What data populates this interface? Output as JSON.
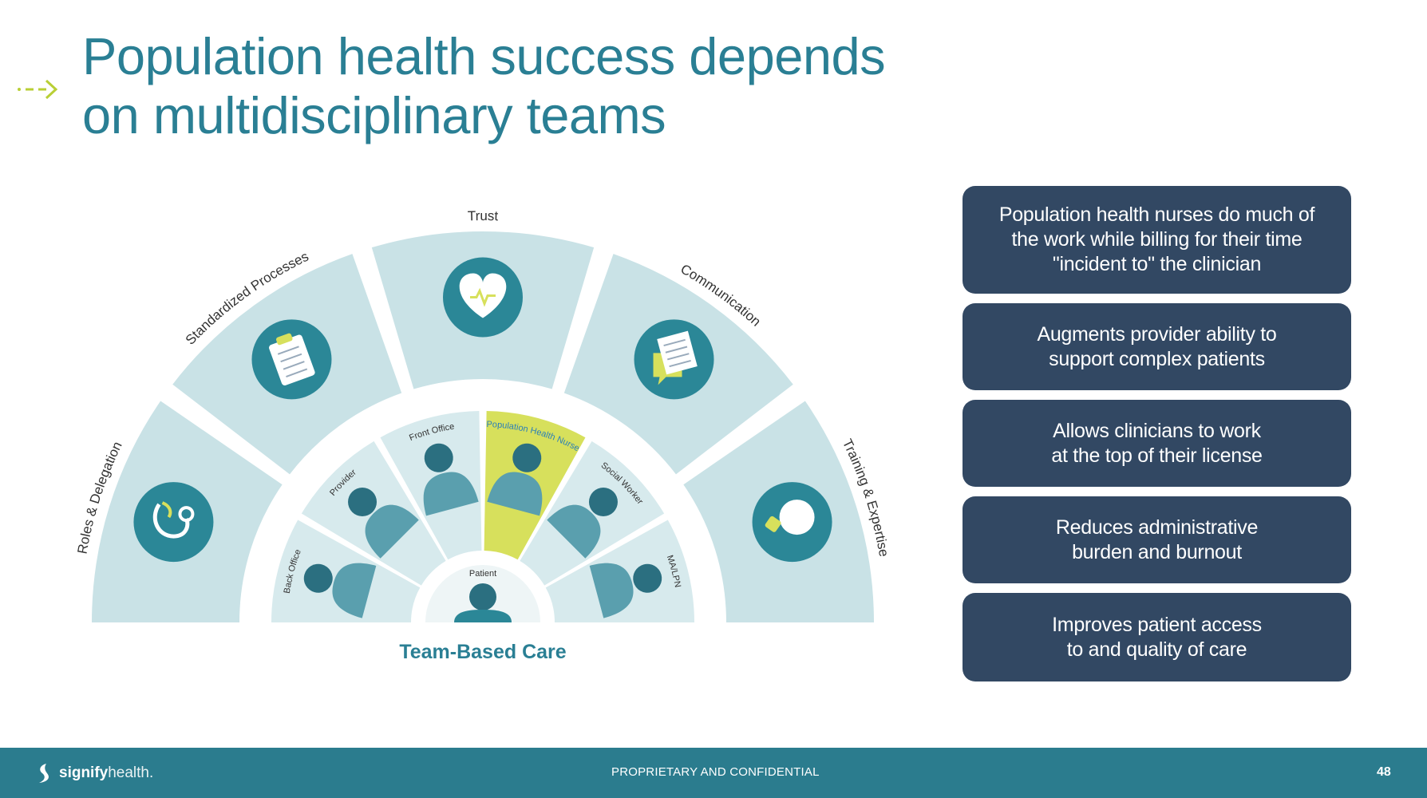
{
  "slide": {
    "title_line1": "Population health success depends",
    "title_line2": "on multidisciplinary teams"
  },
  "diagram": {
    "caption": "Team-Based Care",
    "outer_segments": [
      {
        "label": "Roles & Delegation",
        "icon": "stethoscope-icon"
      },
      {
        "label": "Standardized Processes",
        "icon": "clipboard-icon"
      },
      {
        "label": "Trust",
        "icon": "heart-pulse-icon"
      },
      {
        "label": "Communication",
        "icon": "speech-bubble-document-icon"
      },
      {
        "label": "Training & Expertise",
        "icon": "lightbulb-icon"
      }
    ],
    "inner_segments": [
      {
        "label": "Back Office",
        "highlighted": false
      },
      {
        "label": "Provider",
        "highlighted": false
      },
      {
        "label": "Front Office",
        "highlighted": false
      },
      {
        "label": "Population Health Nurse",
        "highlighted": true
      },
      {
        "label": "Social Worker",
        "highlighted": false
      },
      {
        "label": "MA/LPN",
        "highlighted": false
      }
    ],
    "center_label": "Patient"
  },
  "benefits": [
    {
      "lines": [
        "Population health nurses do much of",
        "the work while billing for their time",
        "\"incident to\" the clinician"
      ]
    },
    {
      "lines": [
        "Augments provider ability to",
        "support complex patients"
      ]
    },
    {
      "lines": [
        "Allows clinicians to work",
        "at the top of their license"
      ]
    },
    {
      "lines": [
        "Reduces administrative",
        "burden and burnout"
      ]
    },
    {
      "lines": [
        "Improves patient access",
        "to and quality of care"
      ]
    }
  ],
  "footer": {
    "logo_bold": "signify",
    "logo_light": "health.",
    "confidential": "PROPRIETARY AND CONFIDENTIAL",
    "page_number": "48"
  },
  "colors": {
    "title": "#2a7f94",
    "box": "#324863",
    "footer": "#2b7c8e",
    "segment": "#c9e2e6",
    "icon_circle": "#2b8797",
    "highlight": "#d7e05c",
    "arrow": "#b9cf35"
  }
}
